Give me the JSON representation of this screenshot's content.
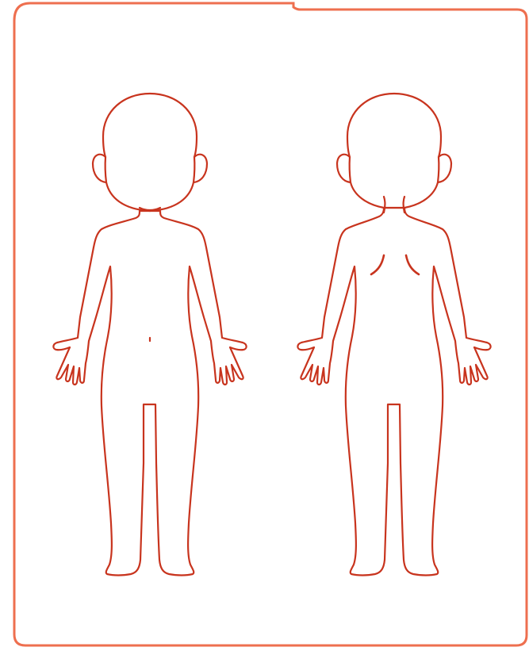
{
  "colors": {
    "frame": "#ee6f4f",
    "outline": "#c8341e",
    "background": "#ffffff"
  },
  "figures": [
    {
      "id": "front",
      "view": "front"
    },
    {
      "id": "back",
      "view": "back"
    }
  ]
}
